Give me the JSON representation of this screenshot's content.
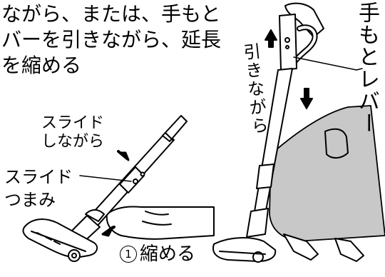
{
  "instruction": {
    "lines": [
      "ながら、または、手もと",
      "バーを引きながら、延長",
      "を縮める"
    ]
  },
  "labels": {
    "slide_while": [
      "スライド",
      "しながら"
    ],
    "slide_knob": [
      "スライド",
      "つまみ"
    ],
    "pulling": "引きながら",
    "hand_lever": "手もとレバー"
  },
  "step": {
    "number": "1",
    "text": "縮める"
  },
  "colors": {
    "ink": "#000000",
    "shadow": "#c8c8c8",
    "paper": "#ffffff"
  },
  "icons": [
    "arrow-icon",
    "vacuum-cleaner-illustration",
    "hand-illustration",
    "person-legs-illustration"
  ]
}
